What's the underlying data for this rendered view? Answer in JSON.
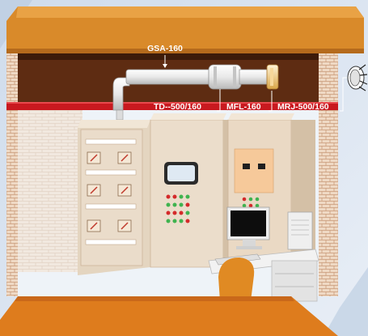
{
  "labels": {
    "duct": "GSA-160",
    "terminal": "TD--500/160",
    "filter": "MFL-160",
    "valve": "MRJ-500/160"
  },
  "colors": {
    "roof": "#d98a2a",
    "ceiling_cavity": "#5e2c12",
    "red_beam": "#c8191f",
    "wall_brick": "#f1dcc8",
    "floor": "#de7c1d",
    "cabinet": "#e8d9c6",
    "duct": "#f2f2f2",
    "background_sky": "#c6d7ea"
  }
}
